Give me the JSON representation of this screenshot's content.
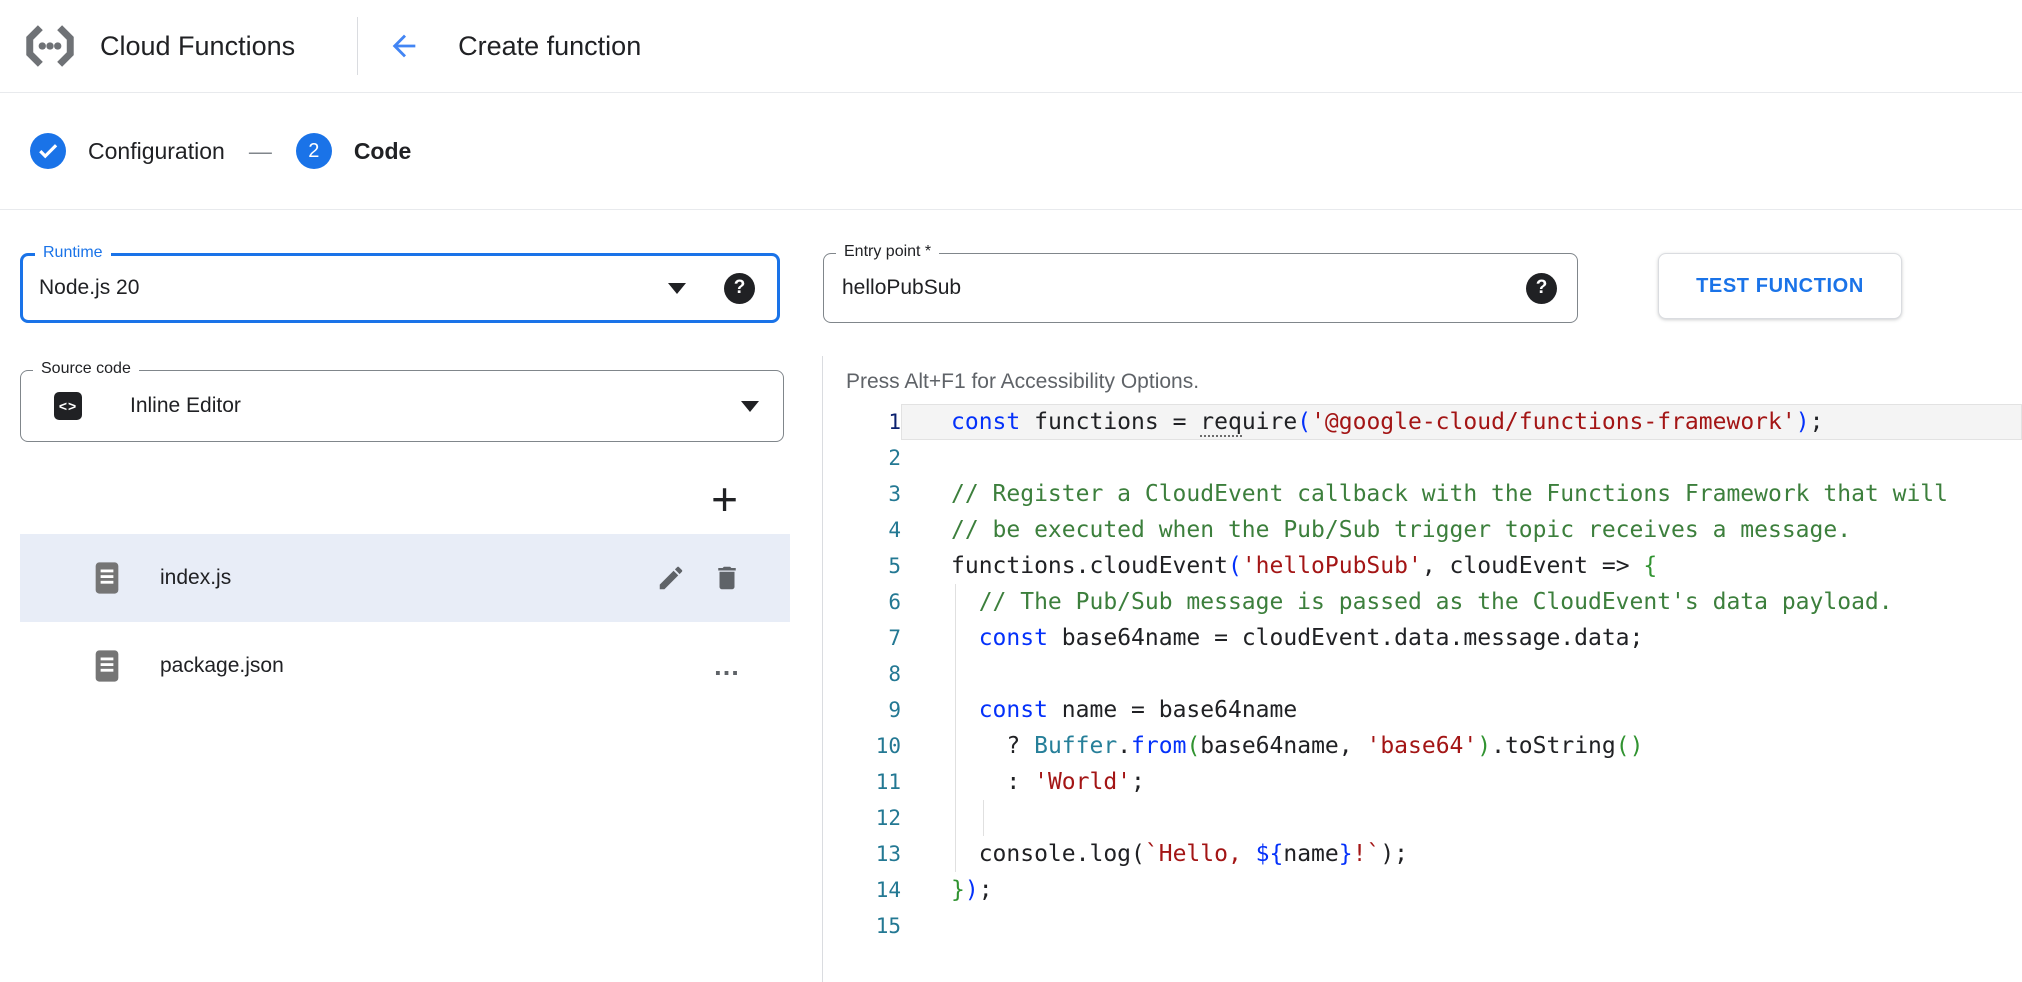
{
  "header": {
    "app_title": "Cloud Functions",
    "page_title": "Create function"
  },
  "stepper": {
    "step1_label": "Configuration",
    "separator": "—",
    "step2_number": "2",
    "step2_label": "Code"
  },
  "left_panel": {
    "runtime": {
      "label": "Runtime",
      "value": "Node.js 20"
    },
    "source_code": {
      "label": "Source code",
      "value": "Inline Editor",
      "chip_glyph": "<>"
    },
    "add_file_glyph": "+",
    "files": [
      {
        "name": "index.js",
        "selected": true
      },
      {
        "name": "package.json",
        "selected": false
      }
    ],
    "ellipsis_glyph": "…"
  },
  "right_panel": {
    "entry_point": {
      "label": "Entry point *",
      "value": "helloPubSub"
    },
    "test_button_label": "TEST FUNCTION",
    "accessibility_hint": "Press Alt+F1 for Accessibility Options.",
    "editor": {
      "language": "javascript",
      "lines": [
        {
          "n": 1,
          "current": true,
          "tokens": [
            [
              "kw",
              "const"
            ],
            [
              "pl",
              " functions = "
            ],
            [
              "dot",
              "req"
            ],
            [
              "pl",
              "uire"
            ],
            [
              "b1",
              "("
            ],
            [
              "str",
              "'@google-cloud/functions-framework'"
            ],
            [
              "b1",
              ")"
            ],
            [
              "pl",
              ";"
            ]
          ]
        },
        {
          "n": 2,
          "tokens": []
        },
        {
          "n": 3,
          "tokens": [
            [
              "com",
              "// Register a CloudEvent callback with the Functions Framework that will"
            ]
          ]
        },
        {
          "n": 4,
          "tokens": [
            [
              "com",
              "// be executed when the Pub/Sub trigger topic receives a message."
            ]
          ]
        },
        {
          "n": 5,
          "tokens": [
            [
              "pl",
              "functions.cloudEvent"
            ],
            [
              "b1",
              "("
            ],
            [
              "str",
              "'helloPubSub'"
            ],
            [
              "pl",
              ", cloudEvent => "
            ],
            [
              "b2",
              "{"
            ]
          ]
        },
        {
          "n": 6,
          "guides": [
            0
          ],
          "tokens": [
            [
              "com",
              "  // The Pub/Sub message is passed as the CloudEvent's data payload."
            ]
          ]
        },
        {
          "n": 7,
          "guides": [
            0
          ],
          "tokens": [
            [
              "pl",
              "  "
            ],
            [
              "kw",
              "const"
            ],
            [
              "pl",
              " base64name = cloudEvent.data.message.data;"
            ]
          ]
        },
        {
          "n": 8,
          "guides": [
            0
          ],
          "tokens": []
        },
        {
          "n": 9,
          "guides": [
            0
          ],
          "tokens": [
            [
              "pl",
              "  "
            ],
            [
              "kw",
              "const"
            ],
            [
              "pl",
              " name = base64name"
            ]
          ]
        },
        {
          "n": 10,
          "guides": [
            0
          ],
          "tokens": [
            [
              "pl",
              "    ? "
            ],
            [
              "cls",
              "Buffer"
            ],
            [
              "pl",
              "."
            ],
            [
              "fn",
              "from"
            ],
            [
              "b2",
              "("
            ],
            [
              "pl",
              "base64name, "
            ],
            [
              "str",
              "'base64'"
            ],
            [
              "b2",
              ")"
            ],
            [
              "pl",
              ".toString"
            ],
            [
              "b2",
              "()"
            ]
          ]
        },
        {
          "n": 11,
          "guides": [
            0
          ],
          "tokens": [
            [
              "pl",
              "    : "
            ],
            [
              "str",
              "'World'"
            ],
            [
              "pl",
              ";"
            ]
          ]
        },
        {
          "n": 12,
          "guides": [
            0,
            2
          ],
          "tokens": []
        },
        {
          "n": 13,
          "guides": [
            0
          ],
          "tokens": [
            [
              "pl",
              "  console.log"
            ],
            [
              "pl",
              "("
            ],
            [
              "str",
              "`Hello, "
            ],
            [
              "b1",
              "${"
            ],
            [
              "pl",
              "name"
            ],
            [
              "b1",
              "}"
            ],
            [
              "str",
              "!`"
            ],
            [
              "pl",
              ")"
            ],
            [
              "pl",
              ";"
            ]
          ]
        },
        {
          "n": 14,
          "tokens": [
            [
              "b2",
              "}"
            ],
            [
              "b1",
              ")"
            ],
            [
              "pl",
              ";"
            ]
          ]
        },
        {
          "n": 15,
          "tokens": []
        }
      ]
    }
  },
  "colors": {
    "accent_blue": "#1a73e8",
    "selected_row": "#e8edf7",
    "divider": "#dadce0",
    "icon_gray": "#5f6368",
    "line_number": "#237893",
    "line_number_active": "#0b216f",
    "syntax_keyword": "#0431fa",
    "syntax_string": "#a31515",
    "syntax_comment": "#3c7f3c",
    "syntax_class": "#267f99",
    "syntax_bracket_green": "#319331",
    "current_line_bg": "#f4f4f4"
  }
}
